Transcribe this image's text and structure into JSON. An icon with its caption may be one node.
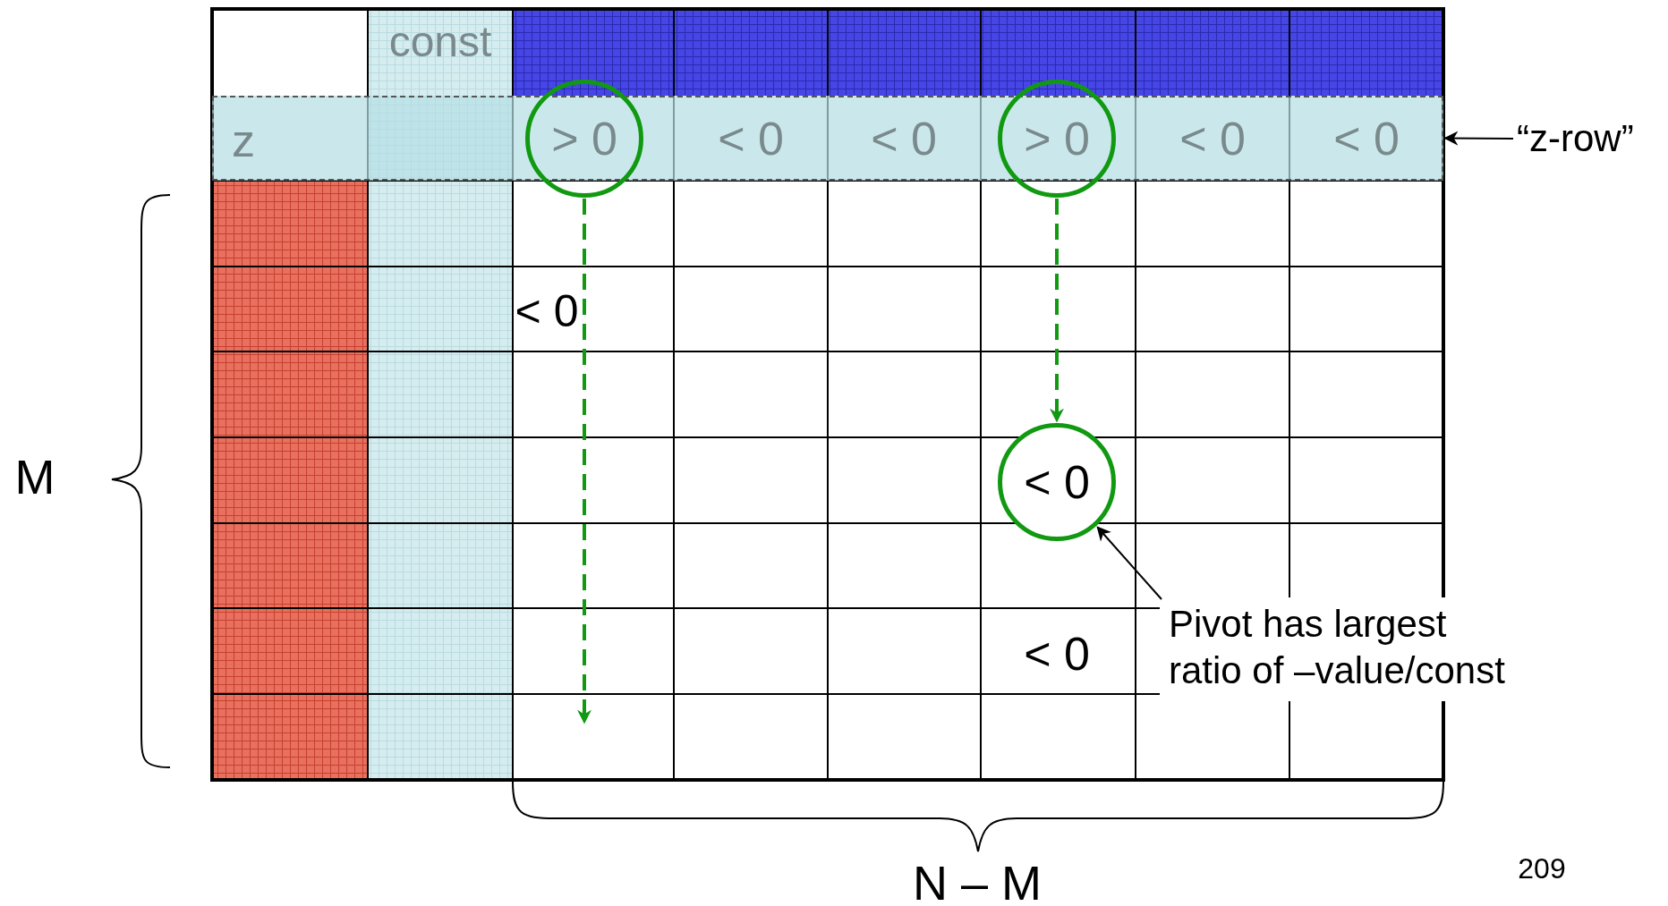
{
  "diagram": {
    "nodes": [
      {
        "text": [],
        "shape": "bar"
      },
      {
        "text": [
          "> 0"
        ]
      },
      {
        "text": [
          "> 0"
        ]
      },
      {
        "text": [
          "< 0"
        ]
      },
      {
        "text": [
          "“z-row”"
        ]
      },
      {
        "text": [
          "Pivot has largest ratio of –value/const"
        ]
      }
    ],
    "edges": [
      {
        "from": 1,
        "to": null,
        "arrow": "to",
        "style": "dashed",
        "color": "#119911"
      },
      {
        "from": 2,
        "to": 3,
        "arrow": "to",
        "style": "dashed",
        "color": "#119911"
      },
      {
        "from": 4,
        "to": 0,
        "arrow": "to",
        "color": "#000000"
      },
      {
        "from": 5,
        "to": 3,
        "arrow": "to",
        "color": "#000000"
      }
    ],
    "labels": [
      "const",
      "z",
      "< 0",
      "< 0",
      "< 0",
      "< 0",
      "< 0",
      "< 0",
      "M",
      "N – M",
      "209"
    ]
  }
}
